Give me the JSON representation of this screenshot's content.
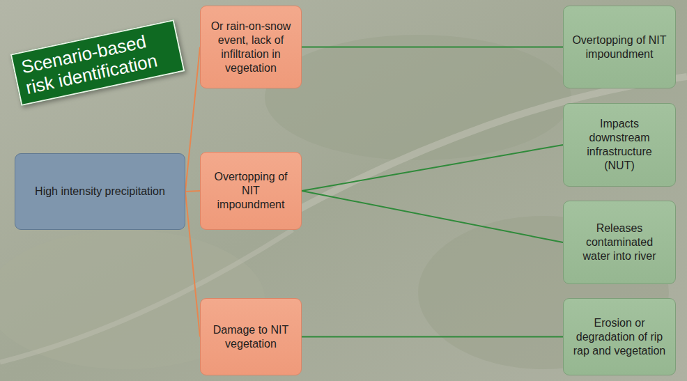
{
  "diagram": {
    "title": "Scenario-based risk identification",
    "nodes": [
      {
        "text": [
          "High intensity precipitation"
        ]
      },
      {
        "text": [
          "Or rain-on-snow event, lack of infiltration in vegetation"
        ]
      },
      {
        "text": [
          "Overtopping of NIT impoundment"
        ]
      },
      {
        "text": [
          "Damage to NIT vegetation"
        ]
      },
      {
        "text": [
          "Overtopping of NIT impoundment"
        ]
      },
      {
        "text": [
          "Impacts downstream infrastructure (NUT)"
        ]
      },
      {
        "text": [
          "Releases contaminated water into river"
        ]
      },
      {
        "text": [
          "Erosion or degradation of rip rap and vegetation"
        ]
      }
    ],
    "edges": [
      {
        "from": 0,
        "to": 1,
        "arrow": "none"
      },
      {
        "from": 0,
        "to": 2,
        "arrow": "none"
      },
      {
        "from": 0,
        "to": 3,
        "arrow": "none"
      },
      {
        "from": 1,
        "to": 4,
        "arrow": "none"
      },
      {
        "from": 2,
        "to": 5,
        "arrow": "none"
      },
      {
        "from": 2,
        "to": 6,
        "arrow": "none"
      },
      {
        "from": 3,
        "to": 7,
        "arrow": "none"
      }
    ]
  }
}
